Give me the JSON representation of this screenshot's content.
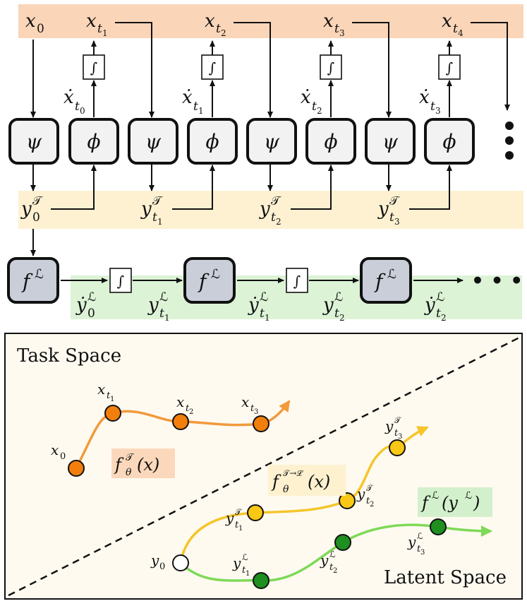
{
  "pipeline": {
    "x_labels": [
      {
        "base": "x",
        "sub": "0"
      },
      {
        "base": "x",
        "sub": "t",
        "subsub": "1"
      },
      {
        "base": "x",
        "sub": "t",
        "subsub": "2"
      },
      {
        "base": "x",
        "sub": "t",
        "subsub": "3"
      },
      {
        "base": "x",
        "sub": "t",
        "subsub": "4"
      }
    ],
    "xdot_labels": [
      {
        "base": "ẋ",
        "sub": "t",
        "subsub": "0"
      },
      {
        "base": "ẋ",
        "sub": "t",
        "subsub": "1"
      },
      {
        "base": "ẋ",
        "sub": "t",
        "subsub": "2"
      },
      {
        "base": "ẋ",
        "sub": "t",
        "subsub": "3"
      }
    ],
    "encoder_symbol": "ψ",
    "dynamics_symbol": "ϕ",
    "integrator_symbol": "∫",
    "yT_labels": [
      {
        "base": "y",
        "sup": "𝒯",
        "sub": "0"
      },
      {
        "base": "y",
        "sup": "𝒯",
        "sub": "t",
        "subsub": "1"
      },
      {
        "base": "y",
        "sup": "𝒯",
        "sub": "t",
        "subsub": "2"
      },
      {
        "base": "y",
        "sup": "𝒯",
        "sub": "t",
        "subsub": "3"
      }
    ],
    "latent_symbol": "f",
    "latent_sup": "ℒ",
    "yL_labels": [
      {
        "base": "ẏ",
        "sup": "ℒ",
        "sub": "0"
      },
      {
        "base": "y",
        "sup": "ℒ",
        "sub": "t",
        "subsub": "1"
      },
      {
        "base": "ẏ",
        "sup": "ℒ",
        "sub": "t",
        "subsub": "1"
      },
      {
        "base": "y",
        "sup": "ℒ",
        "sub": "t",
        "subsub": "2"
      },
      {
        "base": "ẏ",
        "sup": "ℒ",
        "sub": "t",
        "subsub": "2"
      }
    ],
    "ellipsis": "• • •"
  },
  "spaces": {
    "task_label": "Task Space",
    "latent_label": "Latent Space",
    "task_points": [
      {
        "base": "x",
        "sub": "0"
      },
      {
        "base": "x",
        "sub": "t",
        "subsub": "1"
      },
      {
        "base": "x",
        "sub": "t",
        "subsub": "2"
      },
      {
        "base": "x",
        "sub": "t",
        "subsub": "3"
      }
    ],
    "task_fn": {
      "base": "f",
      "sup": "𝒯",
      "sub": "θ",
      "arg": "(x)"
    },
    "map_fn": {
      "base": "f",
      "sup": "𝒯→ℒ",
      "sub": "θ",
      "arg": "(x)"
    },
    "latent_fn": {
      "base": "f",
      "sup": "ℒ",
      "arg": "(y",
      "argsup": "ℒ",
      "close": ")"
    },
    "y0_label": {
      "base": "y",
      "sub": "0"
    },
    "yT_points": [
      {
        "base": "y",
        "sup": "𝒯",
        "sub": "t",
        "subsub": "1"
      },
      {
        "base": "y",
        "sup": "𝒯",
        "sub": "t",
        "subsub": "2"
      },
      {
        "base": "y",
        "sup": "𝒯",
        "sub": "t",
        "subsub": "3"
      }
    ],
    "yL_points": [
      {
        "base": "y",
        "sup": "ℒ",
        "sub": "t",
        "subsub": "1"
      },
      {
        "base": "y",
        "sup": "ℒ",
        "sub": "t",
        "subsub": "2"
      },
      {
        "base": "y",
        "sup": "ℒ",
        "sub": "t",
        "subsub": "3"
      }
    ]
  },
  "colors": {
    "x_band": "#fad5b8",
    "y_band": "#fdf1d2",
    "latent_band": "#dcf3d6",
    "task_orange": "#f29a3c",
    "task_dot": "#f27f0c",
    "map_yellow": "#f5c52a",
    "latent_green": "#7ed957",
    "latent_dot": "#1f8f1f",
    "task_fn_bg": "#fbd8bb",
    "map_fn_bg": "#fdf1d0",
    "latent_fn_bg": "#d3f0cc"
  }
}
